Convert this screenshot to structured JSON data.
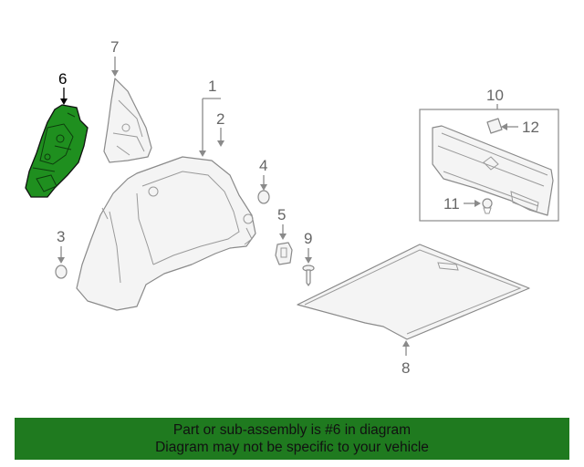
{
  "diagram": {
    "highlight_color": "#1f7a1f",
    "callouts": {
      "c1": "1",
      "c2": "2",
      "c3": "3",
      "c4": "4",
      "c5": "5",
      "c6": "6",
      "c7": "7",
      "c8": "8",
      "c9": "9",
      "c10": "10",
      "c11": "11",
      "c12": "12"
    }
  },
  "banner": {
    "line1": "Part or sub-assembly is #6 in diagram",
    "line2": "Diagram may not be specific to your vehicle",
    "background": "#1f7a1f"
  }
}
